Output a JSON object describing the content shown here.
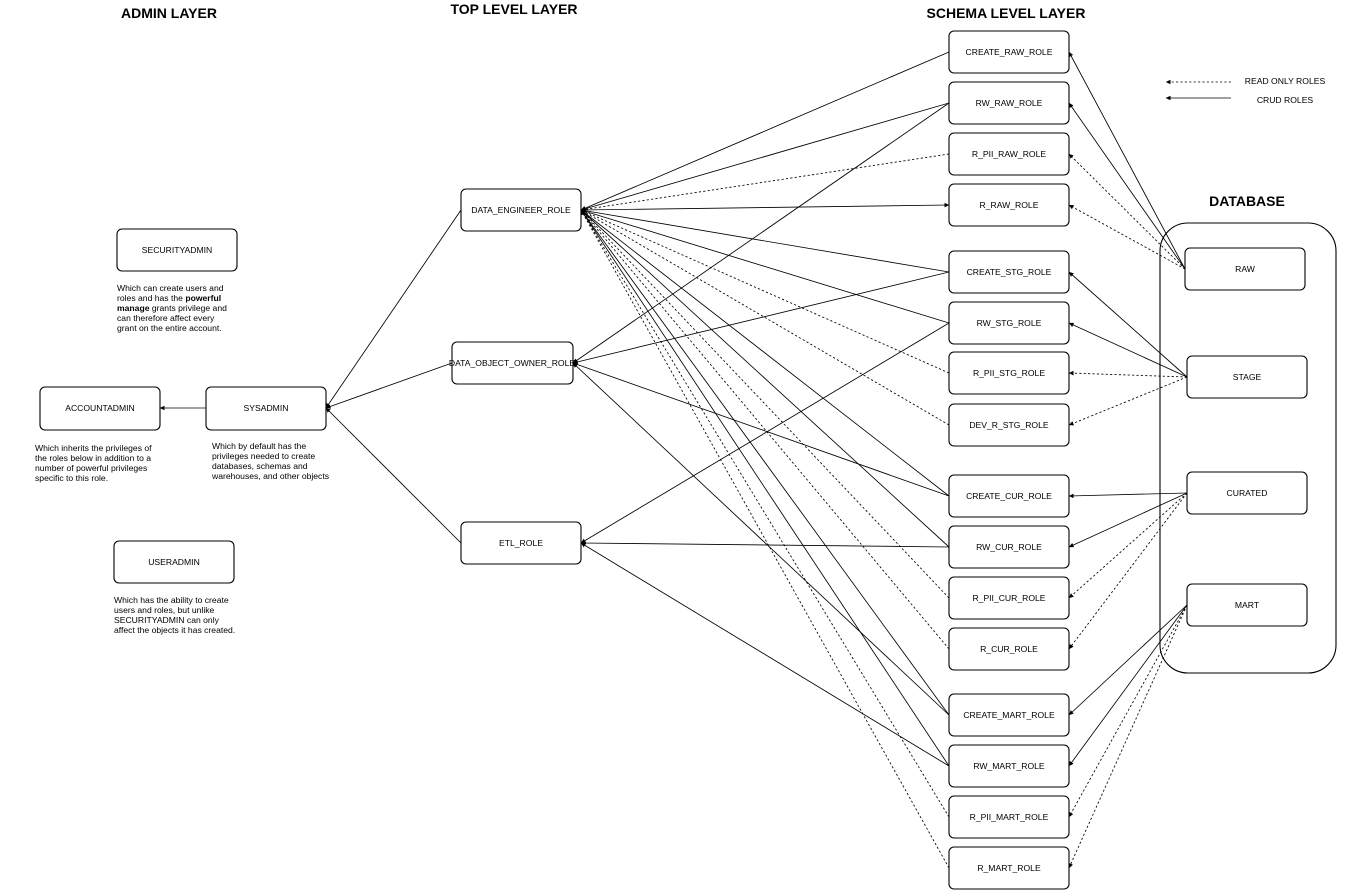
{
  "layers": {
    "admin": "ADMIN LAYER",
    "top": "TOP LEVEL LAYER",
    "schema": "SCHEMA LEVEL LAYER",
    "database": "DATABASE"
  },
  "admin": {
    "securityadmin": {
      "label": "SECURITYADMIN",
      "desc_1": "Which can create users and",
      "desc_2": "roles and has the",
      "desc_bold_1": "powerful",
      "desc_bold_2": "manage",
      "desc_3": "grants privilege and",
      "desc_4": "can therefore affect every",
      "desc_5": "grant on the entire account."
    },
    "accountadmin": {
      "label": "ACCOUNTADMIN",
      "desc": [
        "Which inherits the privileges of",
        "the roles below in addition to a",
        "number of powerful privileges",
        "specific to this role."
      ]
    },
    "sysadmin": {
      "label": "SYSADMIN",
      "desc": [
        "Which by default has the",
        "privileges needed to create",
        "databases, schemas and",
        "warehouses, and other objects"
      ]
    },
    "useradmin": {
      "label": "USERADMIN",
      "desc": [
        "Which has the ability to create",
        "users and roles, but unlike",
        "SECURITYADMIN can only",
        "affect the objects it has created."
      ]
    }
  },
  "top_roles": {
    "data_engineer": "DATA_ENGINEER_ROLE",
    "data_object_owner": "DATA_OBJECT_OWNER_ROLE",
    "etl": "ETL_ROLE"
  },
  "schema_roles": {
    "create_raw": "CREATE_RAW_ROLE",
    "rw_raw": "RW_RAW_ROLE",
    "r_pii_raw": "R_PII_RAW_ROLE",
    "r_raw": "R_RAW_ROLE",
    "create_stg": "CREATE_STG_ROLE",
    "rw_stg": "RW_STG_ROLE",
    "r_pii_stg": "R_PII_STG_ROLE",
    "dev_r_stg": "DEV_R_STG_ROLE",
    "create_cur": "CREATE_CUR_ROLE",
    "rw_cur": "RW_CUR_ROLE",
    "r_pii_cur": "R_PII_CUR_ROLE",
    "r_cur": "R_CUR_ROLE",
    "create_mart": "CREATE_MART_ROLE",
    "rw_mart": "RW_MART_ROLE",
    "r_pii_mart": "R_PII_MART_ROLE",
    "r_mart": "R_MART_ROLE"
  },
  "databases": {
    "raw": "RAW",
    "stage": "STAGE",
    "curated": "CURATED",
    "mart": "MART"
  },
  "legend": {
    "read_only": "READ ONLY ROLES",
    "crud": "CRUD ROLES"
  }
}
